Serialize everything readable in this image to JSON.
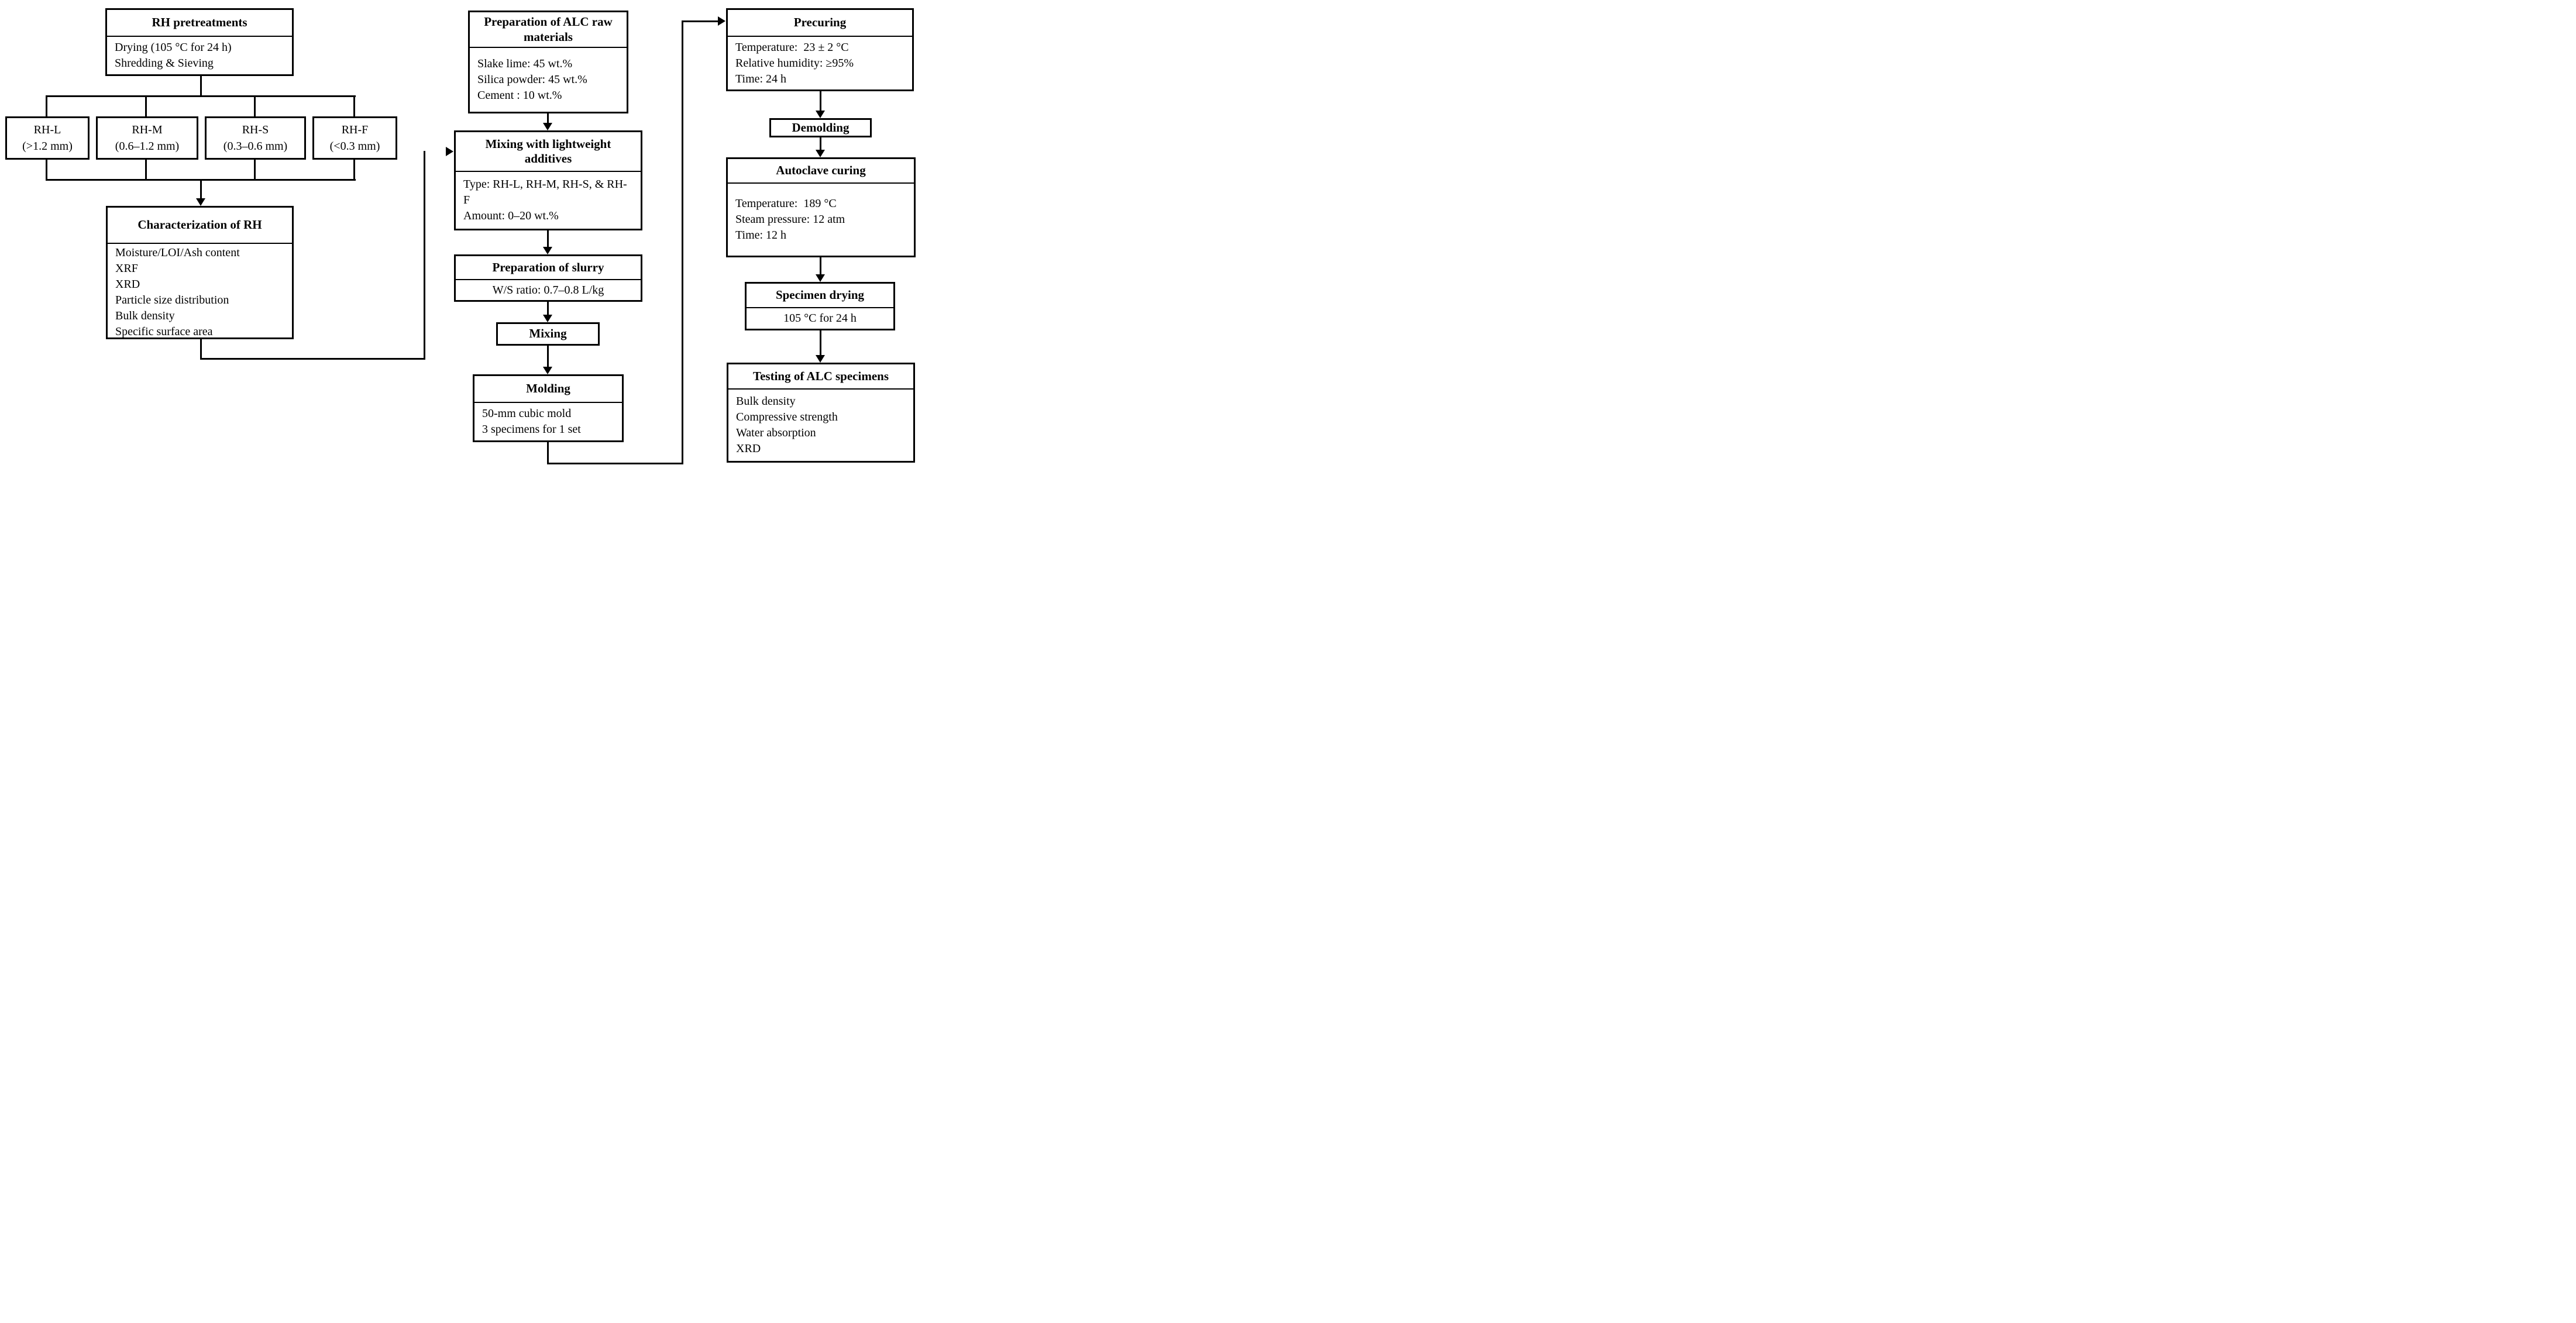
{
  "colors": {
    "ink": "#000000",
    "background": "#ffffff"
  },
  "left": {
    "pretreatments": {
      "title": "RH pretreatments",
      "lines": [
        "Drying (105 °C for 24 h)",
        "Shredding & Sieving"
      ]
    },
    "fractions": [
      {
        "name": "RH-L",
        "size": "(>1.2 mm)"
      },
      {
        "name": "RH-M",
        "size": "(0.6–1.2 mm)"
      },
      {
        "name": "RH-S",
        "size": "(0.3–0.6 mm)"
      },
      {
        "name": "RH-F",
        "size": "(<0.3 mm)"
      }
    ],
    "characterization": {
      "title": "Characterization of RH",
      "lines": [
        "Moisture/LOI/Ash content",
        "XRF",
        "XRD",
        "Particle size distribution",
        "Bulk density",
        "Specific surface area"
      ]
    }
  },
  "middle": {
    "raw_materials": {
      "title": "Preparation of ALC raw materials",
      "lines": [
        "Slake lime: 45 wt.%",
        "Silica powder: 45 wt.%",
        "Cement : 10 wt.%"
      ]
    },
    "mixing_additives": {
      "title": "Mixing with lightweight additives",
      "lines": [
        "Type: RH-L, RH-M, RH-S, & RH-F",
        "Amount: 0–20 wt.%"
      ]
    },
    "slurry": {
      "title": "Preparation of slurry",
      "lines": [
        "W/S ratio: 0.7–0.8 L/kg"
      ]
    },
    "mixing": {
      "title": "Mixing"
    },
    "molding": {
      "title": "Molding",
      "lines": [
        "50-mm cubic mold",
        "3 specimens for 1 set"
      ]
    }
  },
  "right": {
    "precuring": {
      "title": "Precuring",
      "lines": [
        "Temperature:  23 ± 2 °C",
        "Relative humidity: ≥95%",
        "Time: 24 h"
      ]
    },
    "demolding": {
      "title": "Demolding"
    },
    "autoclave": {
      "title": "Autoclave curing",
      "lines": [
        "Temperature:  189 °C",
        "Steam pressure: 12 atm",
        "Time: 12 h"
      ]
    },
    "specimen_drying": {
      "title": "Specimen drying",
      "lines": [
        "105 °C for 24 h"
      ]
    },
    "testing": {
      "title": "Testing of ALC specimens",
      "lines": [
        "Bulk density",
        "Compressive strength",
        "Water absorption",
        "XRD"
      ]
    }
  }
}
